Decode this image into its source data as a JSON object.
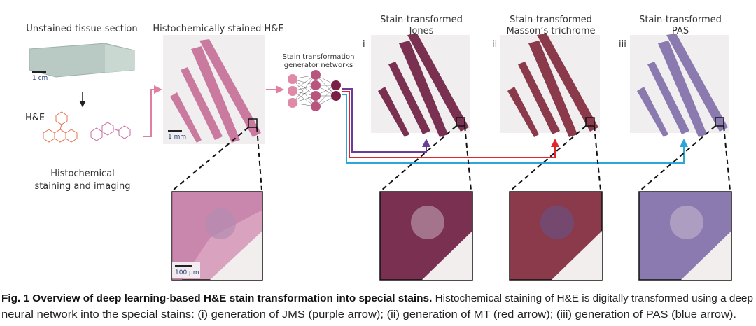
{
  "figure": {
    "left": {
      "title": "Unstained tissue section",
      "slide_scale": "1 cm",
      "stain_label": "H&E",
      "step_line1": "Histochemical",
      "step_line2": "staining and imaging"
    },
    "he": {
      "title": "Histochemically stained H&E",
      "scale": "1 mm",
      "zoom_scale": "100 µm"
    },
    "network": {
      "line1": "Stain transformation",
      "line2": "generator networks"
    },
    "outputs": [
      {
        "numeral": "i",
        "line1": "Stain-transformed",
        "line2": "Jones",
        "color": "#6a3d9a",
        "tint": "#7a3050"
      },
      {
        "numeral": "ii",
        "line1": "Stain-transformed",
        "line2": "Masson’s trichrome",
        "color": "#e0262b",
        "tint": "#8a3a4a"
      },
      {
        "numeral": "iii",
        "line1": "Stain-transformed",
        "line2": "PAS",
        "color": "#2aa7d8",
        "tint": "#8a7ab0"
      }
    ],
    "colors": {
      "he_pink": "#e07fa0",
      "he_tissue": "#c97a9e"
    }
  },
  "caption": {
    "bold": "Fig. 1 Overview of deep learning-based H&E stain transformation into special stains.",
    "text1": " Histochemical staining of H&E is digitally transformed using a deep",
    "line2": "neural network into the special stains: (i) generation of JMS (purple arrow); (ii) generation of MT (red arrow); (iii) generation of PAS (blue arrow)."
  }
}
